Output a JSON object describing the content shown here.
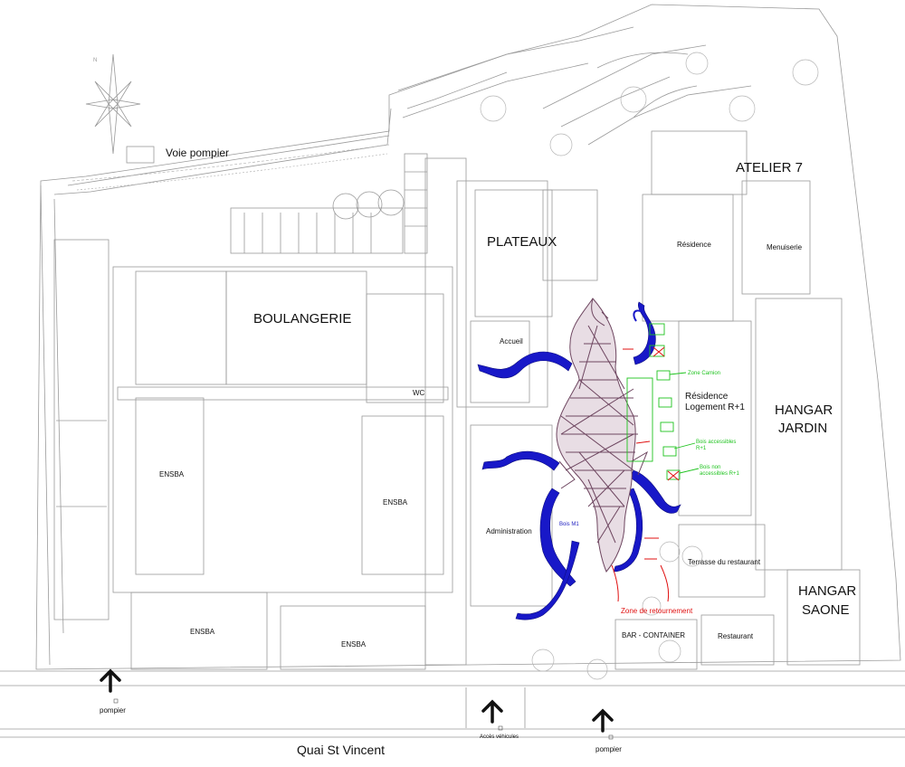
{
  "labels": {
    "voie_pompier": "Voie pompier",
    "boulangerie": "BOULANGERIE",
    "plateaux": "PLATEAUX",
    "atelier7": "ATELIER 7",
    "residence": "Résidence",
    "menuiserie": "Menuiserie",
    "accueil": "Accueil",
    "wc": "WC",
    "ensba_1": "ENSBA",
    "ensba_2": "ENSBA",
    "ensba_3": "ENSBA",
    "ensba_4": "ENSBA",
    "administration": "Administration",
    "residence_logement_1": "Résidence",
    "residence_logement_2": "Logement R+1",
    "hangar_jardin_1": "HANGAR",
    "hangar_jardin_2": "JARDIN",
    "hangar_saone_1": "HANGAR",
    "hangar_saone_2": "SAONE",
    "terrasse": "Terrasse du restaurant",
    "bar_container": "BAR - CONTAINER",
    "restaurant": "Restaurant",
    "zone_retournement": "Zone de retournement",
    "quai": "Quai St Vincent",
    "pompier_left": "pompier",
    "pompier_right": "pompier",
    "zone_camion": "Zone Camion",
    "bois_accessibles_1": "Bois accessibles",
    "bois_accessibles_2": "R+1",
    "bois_non_1": "Bois non",
    "bois_non_2": "accessibles R+1",
    "bois_m1": "Bois M1",
    "acces_vehicules": "Accès véhicules"
  },
  "colors": {
    "linework": "#9a9a9a",
    "structure": "#6e4660",
    "legs": "#1818c8",
    "annotation_green": "#1ec31e",
    "annotation_red": "#e01010"
  },
  "icons": [
    "arrow-up-icon",
    "compass-rose-icon"
  ]
}
